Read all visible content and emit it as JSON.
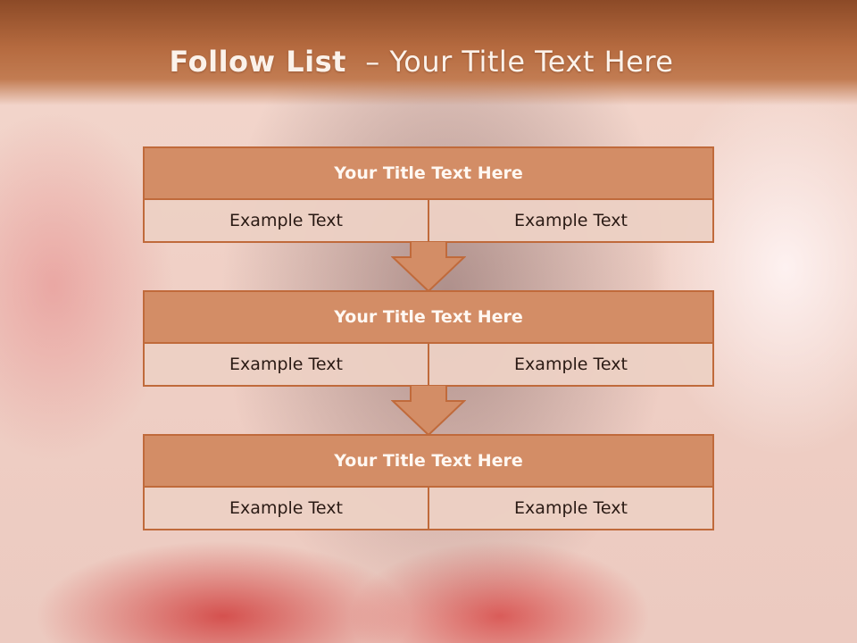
{
  "slide": {
    "title_bold": "Follow List",
    "title_rest": "  – Your Title Text Here"
  },
  "steps": [
    {
      "title": "Your Title Text Here",
      "left": "Example Text",
      "right": "Example Text"
    },
    {
      "title": "Your Title Text Here",
      "left": "Example Text",
      "right": "Example Text"
    },
    {
      "title": "Your Title Text Here",
      "left": "Example Text",
      "right": "Example Text"
    }
  ],
  "colors": {
    "header": "#b56a3f",
    "box_title": "#d38d66",
    "box_border": "#c06a3b",
    "box_body": "#ecd0c4"
  }
}
